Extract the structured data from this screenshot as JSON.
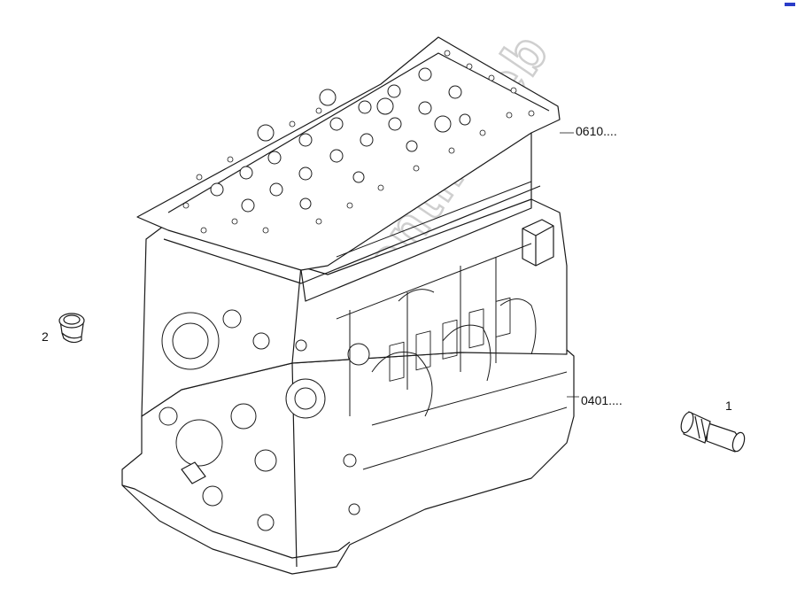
{
  "callouts": {
    "part_1": "1",
    "part_2": "2",
    "ref_0610": "0610....",
    "ref_0401": "0401...."
  },
  "watermark": "autopartsontheweb",
  "colors": {
    "line": "#1a1a1a",
    "fill": "#ffffff",
    "watermark": "#cfcfcf",
    "corner_mark": "#2a3cc8"
  }
}
